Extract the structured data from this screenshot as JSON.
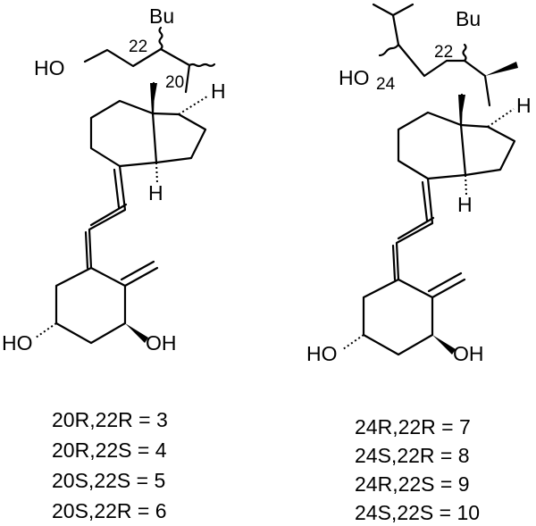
{
  "left_molecule": {
    "atoms": {
      "ho_chain": "HO",
      "bu": "Bu",
      "h_top": "H",
      "h_bottom": "H",
      "ho_ring": "HO",
      "oh_ring": "OH"
    },
    "locants": {
      "c22": "22",
      "c20": "20"
    }
  },
  "right_molecule": {
    "atoms": {
      "ho_chain": "HO",
      "bu": "Bu",
      "h_top": "H",
      "h_bottom": "H",
      "ho_ring": "HO",
      "oh_ring": "OH"
    },
    "locants": {
      "c24": "24",
      "c22": "22"
    }
  },
  "labels_left": [
    "20R,22R = 3",
    "20R,22S = 4",
    "20S,22S = 5",
    "20S,22R = 6"
  ],
  "labels_right": [
    "24R,22R = 7",
    "24S,22R = 8",
    "24R,22S = 9",
    "24S,22S = 10"
  ]
}
